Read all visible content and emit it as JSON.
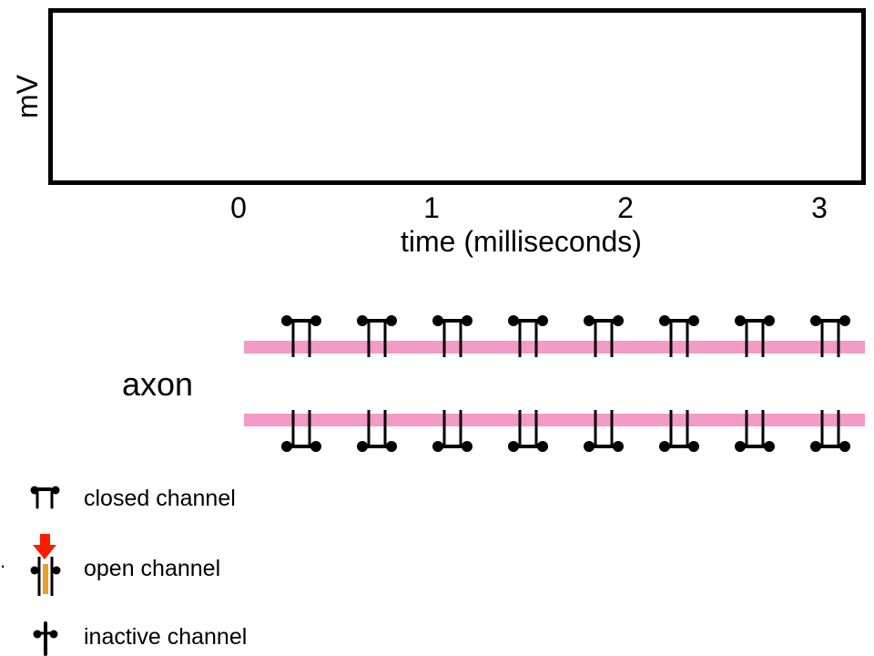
{
  "plot": {
    "ylabel": "mV",
    "xlabel": "time (milliseconds)",
    "ticks": [
      "0",
      "1",
      "2",
      "3"
    ]
  },
  "axon_label": "axon",
  "membrane_color": "#f39ac8",
  "channel_count": 8,
  "legend": {
    "closed": "closed channel",
    "open": "open channel",
    "inactive": "inactive channel"
  },
  "colors": {
    "arrow": "#ff1a00",
    "open_pore": "#e8a028",
    "ink": "#000000"
  },
  "stray_mark": "."
}
